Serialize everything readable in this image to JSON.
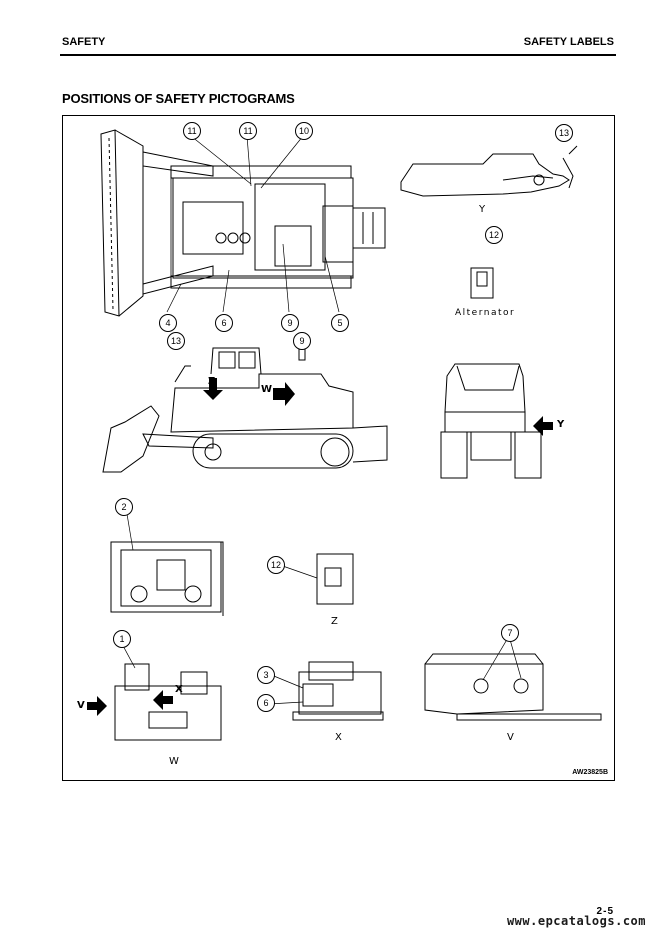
{
  "header": {
    "section": "SAFETY",
    "subsection": "SAFETY LABELS"
  },
  "title": "POSITIONS OF SAFETY PICTOGRAMS",
  "figure": {
    "callouts": [
      "11",
      "11",
      "10",
      "13",
      "12",
      "4",
      "6",
      "9",
      "5",
      "13",
      "9",
      "2",
      "12",
      "1",
      "3",
      "6",
      "7"
    ],
    "view_labels": {
      "y_top": "Y",
      "alternator": "Alternator",
      "z_arrow": "Z",
      "w_arrow": "W",
      "y_arrow": "Y",
      "z": "Z",
      "x_arrow": "X",
      "v_arrow": "V",
      "w": "W",
      "x": "X",
      "v": "V"
    },
    "code": "AW23825B"
  },
  "footer": {
    "page_number": "2-5",
    "watermark": "www.epcatalogs.com"
  }
}
